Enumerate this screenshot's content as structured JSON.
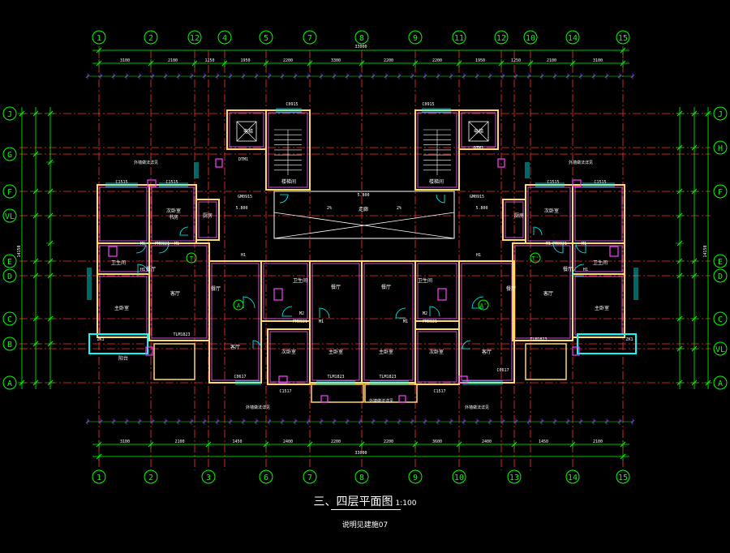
{
  "drawing": {
    "title": "三、四层平面图",
    "scale": "1:100",
    "note": "说明见建施07"
  },
  "colors": {
    "background": "#000000",
    "axis": "#ff3030",
    "bubble": "#00ff00",
    "dimension": "#00ff00",
    "dimension_text": "#ffffff",
    "wall": "#ffd966",
    "wall_inner": "#ff66ff",
    "door": "#00ffff",
    "window": "#00ffff",
    "purple_dim": "#8040ff",
    "text": "#ffffff",
    "stair": "#ffffff"
  },
  "axes": {
    "top": [
      "1",
      "2",
      "12",
      "4",
      "5",
      "7",
      "8",
      "9",
      "11",
      "12",
      "10",
      "14",
      "15"
    ],
    "bottom": [
      "1",
      "2",
      "3",
      "6",
      "7",
      "8",
      "9",
      "10",
      "13",
      "14",
      "15"
    ],
    "left": [
      "J",
      "G",
      "F",
      "VL",
      "E",
      "D",
      "C",
      "B",
      "A"
    ],
    "right": [
      "J",
      "H",
      "F",
      "E",
      "D",
      "C",
      "VL",
      "A"
    ]
  },
  "dimensions": {
    "top_total": "33000",
    "bottom_total": "33000",
    "top_row": [
      "3100",
      "2100",
      "1250",
      "1950",
      "2200",
      "3300",
      "2200",
      "2200",
      "1950",
      "1250",
      "2100",
      "3100"
    ],
    "bottom_row": [
      "3100",
      "2100",
      "1450",
      "2400",
      "2200",
      "2200",
      "3600",
      "2400",
      "1450",
      "2100",
      "3100"
    ],
    "left_total": "14150",
    "right_total": "14150"
  },
  "rooms": [
    "主卧室",
    "次卧室",
    "客厅",
    "餐厅",
    "厨房",
    "卫生间",
    "书房",
    "阳台",
    "次卧室",
    "主卧室",
    "客厅",
    "餐厅",
    "厨房",
    "卫生间",
    "电梯",
    "楼梯间",
    "走廊"
  ],
  "labels": {
    "window_c1515": "C1515",
    "window_c0915": "C0915",
    "window_c1517": "C1517",
    "window_c0617": "C0617",
    "door_m1": "M1",
    "door_m2": "M2",
    "door_h1": "H1",
    "door_tlm": "TLM1823",
    "door_fm": "FM0921",
    "door_dtm": "DTM1",
    "door_gm": "GM0915",
    "zk": "ZK1",
    "balcony_note": "外墙做法详见",
    "slope": "2%",
    "elev": "5.800"
  },
  "axis_letter_a": "A",
  "axis_letter_b": "A'",
  "axis_letter_t": "T",
  "axis_letter_t2": "T'"
}
